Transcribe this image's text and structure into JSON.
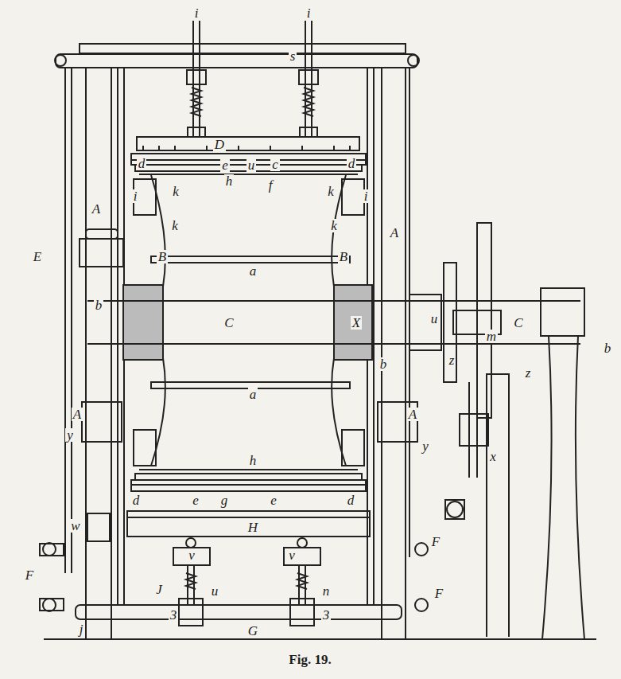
{
  "diagram": {
    "caption": "Fig. 19.",
    "labels": [
      "i",
      "i",
      "s",
      "D",
      "d",
      "e",
      "u",
      "c",
      "d",
      "h",
      "f",
      "i",
      "k",
      "k",
      "i",
      "A",
      "k",
      "k",
      "A",
      "E",
      "B",
      "B",
      "a",
      "b",
      "C",
      "X",
      "b",
      "u",
      "m",
      "C",
      "b",
      "z",
      "z",
      "a",
      "A",
      "A",
      "y",
      "y",
      "x",
      "h",
      "d",
      "e",
      "g",
      "e",
      "d",
      "w",
      "H",
      "v",
      "F",
      "v",
      "F",
      "u",
      "n",
      "J",
      "F",
      "j",
      "3",
      "3",
      "G"
    ]
  }
}
